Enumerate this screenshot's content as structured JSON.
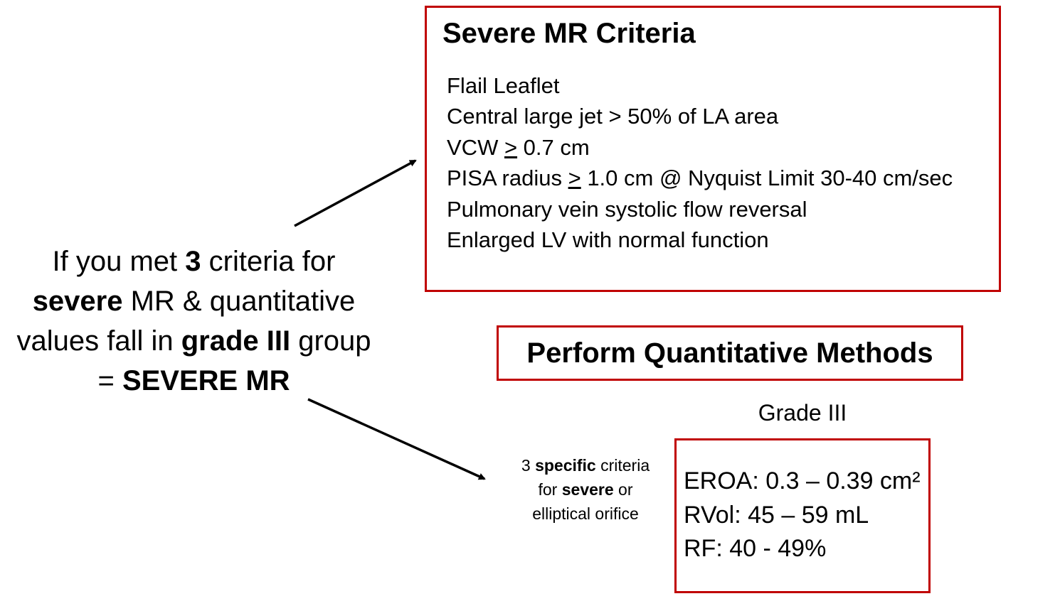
{
  "criteria_box": {
    "title": "Severe MR Criteria",
    "items": [
      {
        "pre": "Flail Leaflet",
        "u": "",
        "post": ""
      },
      {
        "pre": "Central large jet > 50% of LA area",
        "u": "",
        "post": ""
      },
      {
        "pre": "VCW ",
        "u": ">",
        "post": " 0.7 cm"
      },
      {
        "pre": "PISA radius ",
        "u": ">",
        "post": " 1.0 cm @ Nyquist Limit 30-40 cm/sec"
      },
      {
        "pre": "Pulmonary vein systolic flow reversal",
        "u": "",
        "post": ""
      },
      {
        "pre": "Enlarged LV with normal function",
        "u": "",
        "post": ""
      }
    ]
  },
  "methods_box": {
    "title": "Perform Quantitative Methods"
  },
  "grade": {
    "label": "Grade III",
    "items": [
      "EROA: 0.3 – 0.39 cm²",
      "RVol: 45 – 59 mL",
      "RF: 40 - 49%"
    ]
  },
  "specific_note": {
    "p1": "3 ",
    "b1": "specific",
    "p2": " criteria",
    "p3": "for ",
    "b2": "severe",
    "p4": " or",
    "p5": "elliptical orifice"
  },
  "statement": {
    "l1a": "If you met ",
    "l1b": "3",
    "l1c": " criteria for",
    "l2a": "severe",
    "l2b": " MR & quantitative",
    "l3a": "values fall in ",
    "l3b": "grade III",
    "l3c": " group",
    "l4a": "= ",
    "l4b": "SEVERE MR"
  },
  "colors": {
    "box_border": "#c00000",
    "text": "#000000",
    "arrow": "#000000"
  }
}
